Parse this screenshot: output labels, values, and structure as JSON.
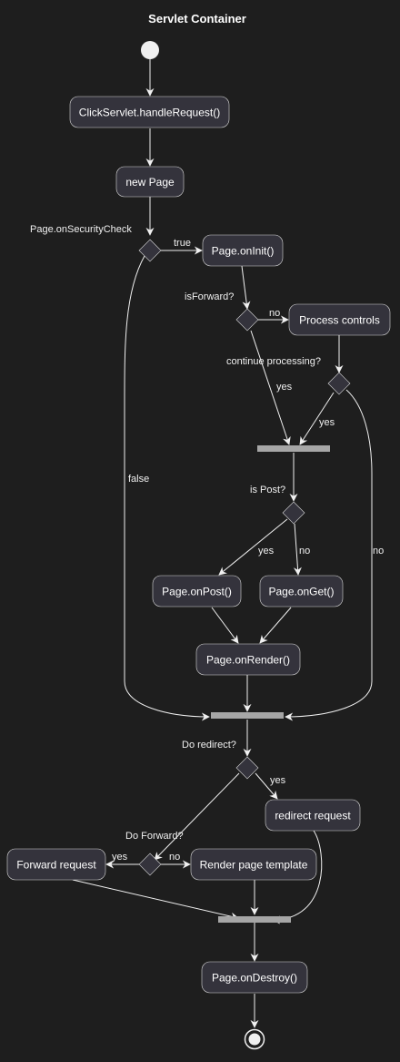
{
  "title": "Servlet Container",
  "nodes": {
    "handle_request": "ClickServlet.handleRequest()",
    "new_page": "new Page",
    "on_init": "Page.onInit()",
    "process_controls": "Process controls",
    "on_post": "Page.onPost()",
    "on_get": "Page.onGet()",
    "on_render": "Page.onRender()",
    "redirect_request": "redirect request",
    "forward_request": "Forward request",
    "render_template": "Render page template",
    "on_destroy": "Page.onDestroy()"
  },
  "decisions": {
    "security_check": "Page.onSecurityCheck",
    "is_forward": "isForward?",
    "continue_processing": "continue processing?",
    "is_post": "is Post?",
    "do_redirect": "Do redirect?",
    "do_forward": "Do Forward?"
  },
  "edge_labels": {
    "true": "true",
    "false": "false",
    "no_forward": "no",
    "yes_forward": "yes",
    "yes_continue": "yes",
    "no_continue": "no",
    "yes_post": "yes",
    "no_post": "no",
    "yes_redirect": "yes",
    "yes_do_forward": "yes",
    "no_do_forward": "no"
  },
  "colors": {
    "background": "#1e1e1e",
    "node_fill": "#34333c",
    "node_stroke": "#d8d8d8",
    "edge": "#f0f0f0",
    "fork_bar": "#a6a6a6"
  }
}
